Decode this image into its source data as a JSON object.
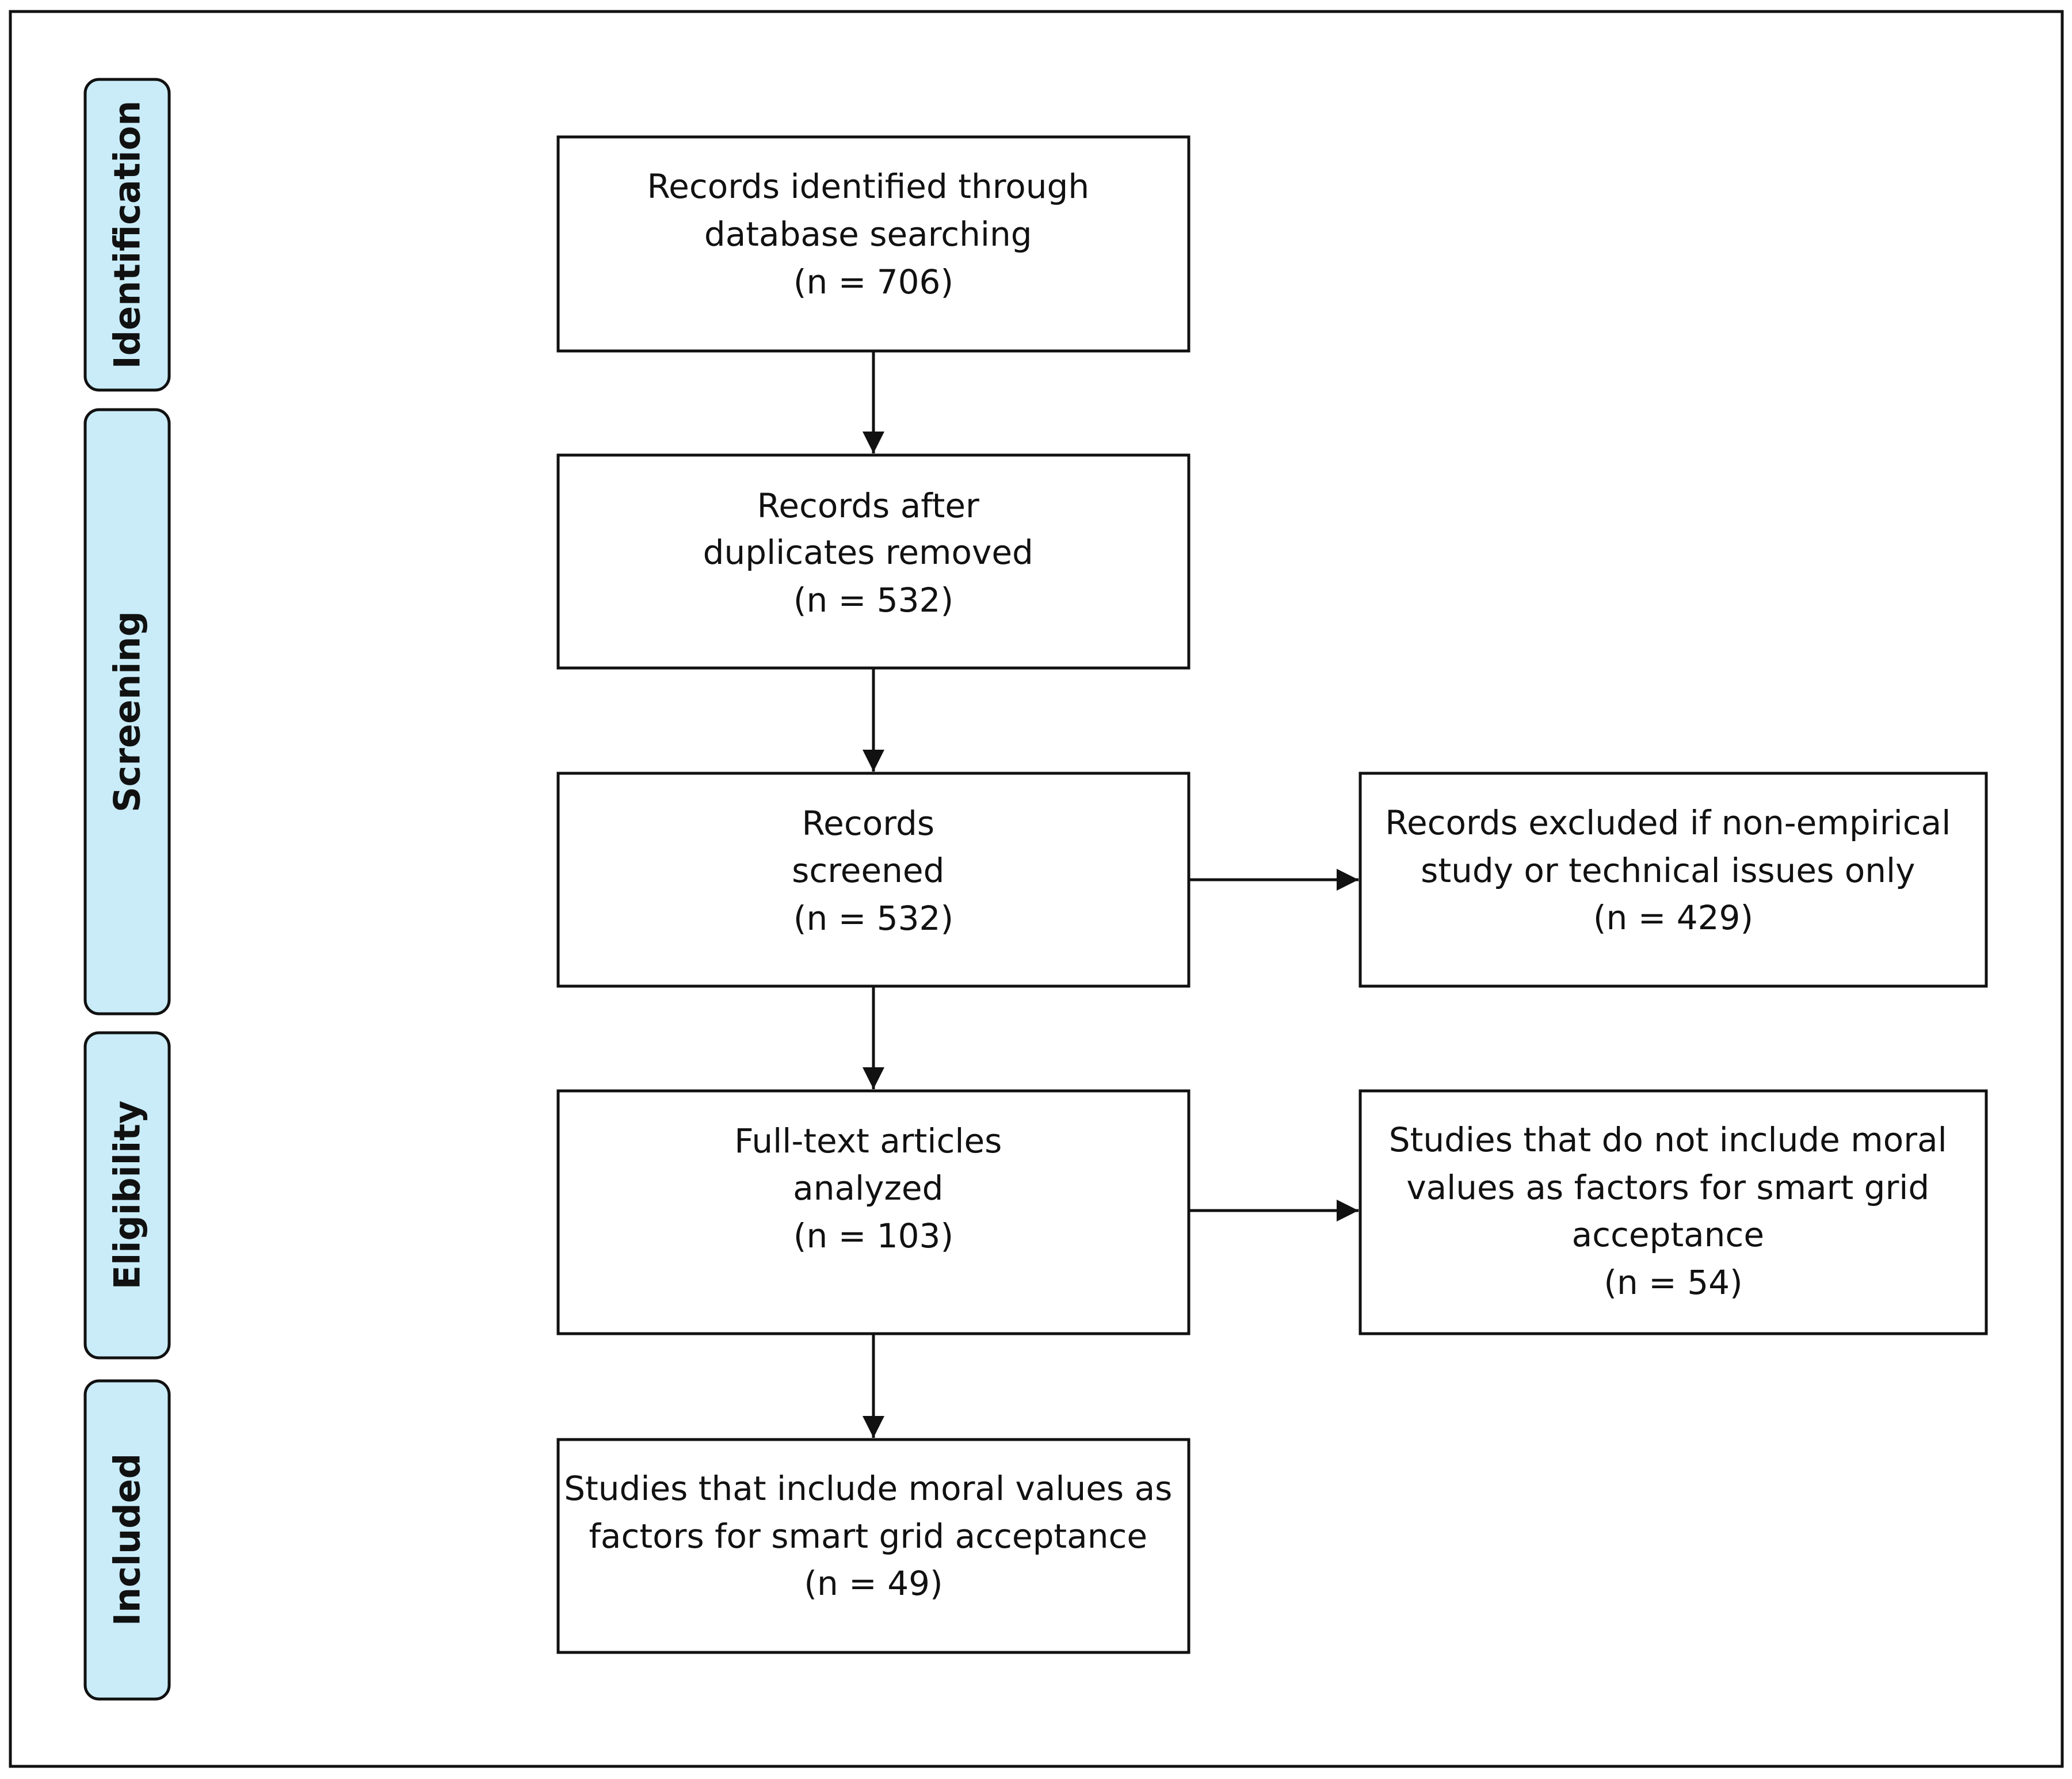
{
  "stages": [
    {
      "id": "identification",
      "label": "Identification"
    },
    {
      "id": "screening",
      "label": "Screening"
    },
    {
      "id": "eligibility",
      "label": "Eligibility"
    },
    {
      "id": "included",
      "label": "Included"
    }
  ],
  "boxes": {
    "identified": {
      "lines": [
        "Records identified through",
        "database searching",
        "(n = 706)"
      ]
    },
    "deduplicated": {
      "lines": [
        "Records after",
        "duplicates removed",
        "(n = 532)"
      ]
    },
    "screened": {
      "lines": [
        "Records",
        "screened",
        "(n = 532)"
      ]
    },
    "excluded_screening": {
      "lines": [
        "Records excluded if non-empirical",
        "study or technical issues only",
        "(n = 429)"
      ]
    },
    "fulltext": {
      "lines": [
        "Full-text articles",
        "analyzed",
        "(n = 103)"
      ]
    },
    "excluded_fulltext": {
      "lines": [
        "Studies that do not include moral",
        "values as factors for smart grid",
        "acceptance",
        "(n = 54)"
      ]
    },
    "included": {
      "lines": [
        "Studies that include moral values as",
        "factors for smart grid acceptance",
        "(n = 49)"
      ]
    }
  },
  "colors": {
    "stage_fill": "#c9ecf8",
    "stroke": "#111111",
    "text": "#111111"
  }
}
